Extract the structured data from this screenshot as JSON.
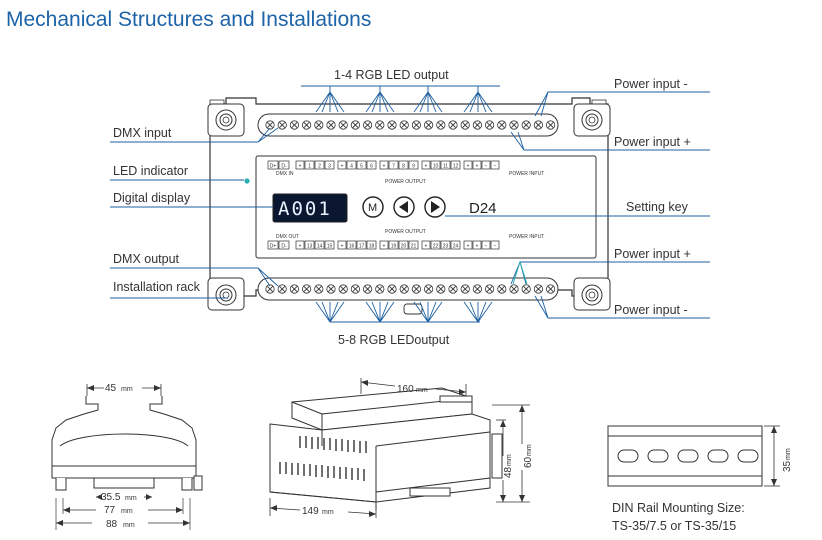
{
  "title": "Mechanical Structures and Installations",
  "labels": {
    "rgb_out_top": "1-4 RGB LED output",
    "rgb_out_bottom": "5-8 RGB LEDoutput",
    "power_minus_top": "Power input -",
    "power_plus_top": "Power input +",
    "power_plus_bottom": "Power input +",
    "power_minus_bottom": "Power input -",
    "dmx_input": "DMX input",
    "led_indicator": "LED indicator",
    "digital_display": "Digital display",
    "setting_key": "Setting key",
    "dmx_output": "DMX output",
    "installation_rack": "Installation rack"
  },
  "panel": {
    "dmx_in": "DMX IN",
    "dmx_out": "DMX OUT",
    "power_output": "POWER OUTPUT",
    "power_input": "POWER INPUT",
    "display_value": "A001",
    "model": "D24",
    "m_key": "M",
    "terminal_plus": "+",
    "terminal_minus": "−",
    "d_plus": "D+",
    "d_minus": "D-",
    "top_channels": [
      "1",
      "2",
      "3",
      "4",
      "5",
      "6",
      "7",
      "8",
      "9",
      "10",
      "11",
      "12"
    ],
    "bottom_channels": [
      "13",
      "14",
      "15",
      "16",
      "17",
      "18",
      "19",
      "20",
      "21",
      "22",
      "23",
      "24"
    ]
  },
  "dimensions": {
    "width_45": "45",
    "width_35_5": "35.5",
    "width_77": "77",
    "width_88": "88",
    "length_160": "160",
    "length_149": "149",
    "height_48": "48",
    "height_60": "60",
    "rail_35": "35",
    "unit_mm": "mm"
  },
  "din_rail": {
    "line1": "DIN Rail Mounting Size:",
    "line2": "TS-35/7.5 or TS-35/15"
  },
  "colors": {
    "title": "#1d63a8",
    "leader_lines": "#1d5fa0",
    "indicator_led": "#2ab0b0",
    "display_bg": "#0b1730"
  }
}
